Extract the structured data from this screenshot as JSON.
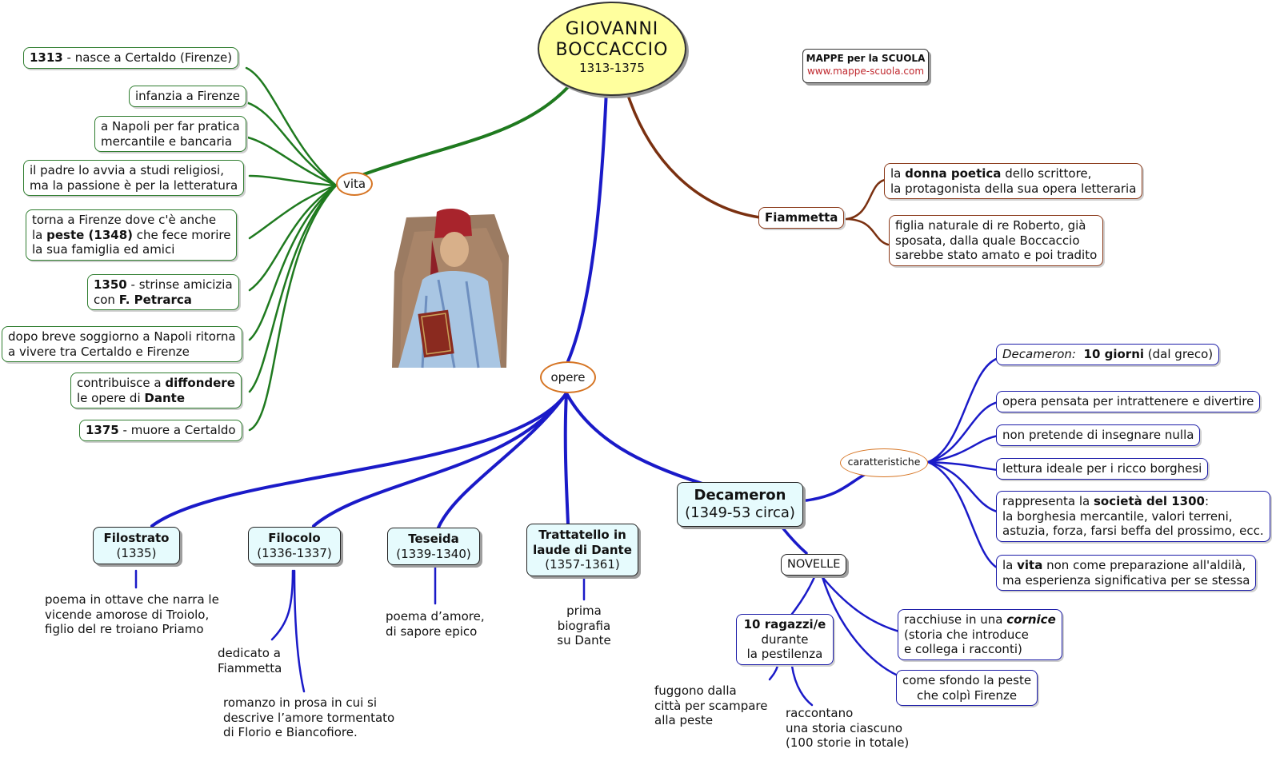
{
  "center": {
    "name_line1": "GIOVANNI",
    "name_line2": "BOCCACCIO",
    "years": "1313-1375"
  },
  "logo": {
    "title": "MAPPE per la SCUOLA",
    "site": "www.mappe-scuola.com"
  },
  "colors": {
    "vita": "#1f7a1f",
    "fiammetta": "#7a3010",
    "opere": "#1a1ac8",
    "center_fill": "#ffff9e",
    "work_fill": "#e6fbfd",
    "oval_border": "#d67524"
  },
  "vita": {
    "label": "vita",
    "items": [
      {
        "bold": "1313",
        "text": " - nasce a Certaldo (Firenze)"
      },
      {
        "text": "infanzia a Firenze"
      },
      {
        "line1": "a Napoli per far pratica",
        "line2": "mercantile e bancaria"
      },
      {
        "line1": "il padre lo avvia a studi religiosi,",
        "line2": "ma la passione è per la letteratura"
      },
      {
        "line1": "torna a Firenze dove c'è anche",
        "line2_a": "la ",
        "line2_b": "peste (1348)",
        "line2_c": " che fece morire",
        "line3": "la sua famiglia ed amici"
      },
      {
        "bold": "1350",
        "text": " - strinse amicizia",
        "line2_a": "con ",
        "line2_b": "F. Petrarca"
      },
      {
        "line1": "dopo breve soggiorno a Napoli ritorna",
        "line2": "a vivere tra Certaldo e Firenze"
      },
      {
        "line1_a": "contribuisce a ",
        "line1_b": "diffondere",
        "line2_a": "le opere di ",
        "line2_b": "Dante"
      },
      {
        "bold": "1375",
        "text": " - muore a Certaldo"
      }
    ]
  },
  "fiammetta": {
    "label": "Fiammetta",
    "items": [
      {
        "line1_a": "la ",
        "line1_b": "donna poetica",
        "line1_c": " dello scrittore,",
        "line2": "la protagonista della sua opera letteraria"
      },
      {
        "line1": "figlia naturale di re Roberto, già",
        "line2": "sposata, dalla quale Boccaccio",
        "line3": "sarebbe stato amato e poi tradito"
      }
    ]
  },
  "opere": {
    "label": "opere",
    "works": [
      {
        "title": "Filostrato",
        "years": "(1335)",
        "notes": [
          {
            "lines": [
              "poema in ottave che narra le",
              "vicende amorose di Troiolo,",
              "figlio del re troiano Priamo"
            ]
          }
        ]
      },
      {
        "title": "Filocolo",
        "years": "(1336-1337)",
        "notes": [
          {
            "lines": [
              "dedicato a",
              "Fiammetta"
            ]
          },
          {
            "lines": [
              "romanzo in prosa in cui si",
              "descrive l’amore tormentato",
              "di Florio e Biancofiore."
            ]
          }
        ]
      },
      {
        "title": "Teseida",
        "years": "(1339-1340)",
        "notes": [
          {
            "lines": [
              "poema d’amore,",
              "di sapore epico"
            ]
          }
        ]
      },
      {
        "title_line1": "Trattatello in",
        "title_line2": "laude di Dante",
        "years": "(1357-1361)",
        "notes": [
          {
            "lines": [
              "prima",
              "biografia",
              "su Dante"
            ]
          }
        ]
      }
    ],
    "decameron": {
      "title": "Decameron",
      "years": "(1349-53 circa)",
      "caratteristiche": {
        "label": "caratteristiche",
        "items": [
          {
            "italic": "Decameron:",
            "bold": "10 giorni",
            "text": "(dal greco)"
          },
          {
            "text": "opera pensata per intrattenere e divertire"
          },
          {
            "text": "non pretende di insegnare nulla"
          },
          {
            "text": "lettura ideale per i ricco borghesi"
          },
          {
            "line1_a": "rappresenta la ",
            "line1_b": "società del 1300",
            "line1_c": ":",
            "line2": "la borghesia mercantile, valori terreni,",
            "line3": "astuzia, forza, farsi beffa del prossimo, ecc."
          },
          {
            "line1_a": "la ",
            "line1_b": "vita",
            "line1_c": " non come preparazione all'aldilà,",
            "line2": "ma esperienza significativa per se stessa"
          }
        ]
      },
      "novelle": {
        "label": "NOVELLE",
        "ragazzi": {
          "bold": "10 ragazzi/e",
          "line2": "durante",
          "line3": "la pestilenza"
        },
        "fuggono": [
          "fuggono dalla",
          "città per scampare",
          "alla peste"
        ],
        "raccontano": [
          "raccontano",
          "una storia ciascuno",
          "(100 storie in totale)"
        ],
        "cornice": {
          "line1_a": "racchiuse in una ",
          "line1_b": "cornice",
          "line2": "(storia che introduce",
          "line3": "e collega i racconti)"
        },
        "sfondo": {
          "line1": "come sfondo la peste",
          "line2": "che colpì Firenze"
        }
      }
    }
  }
}
